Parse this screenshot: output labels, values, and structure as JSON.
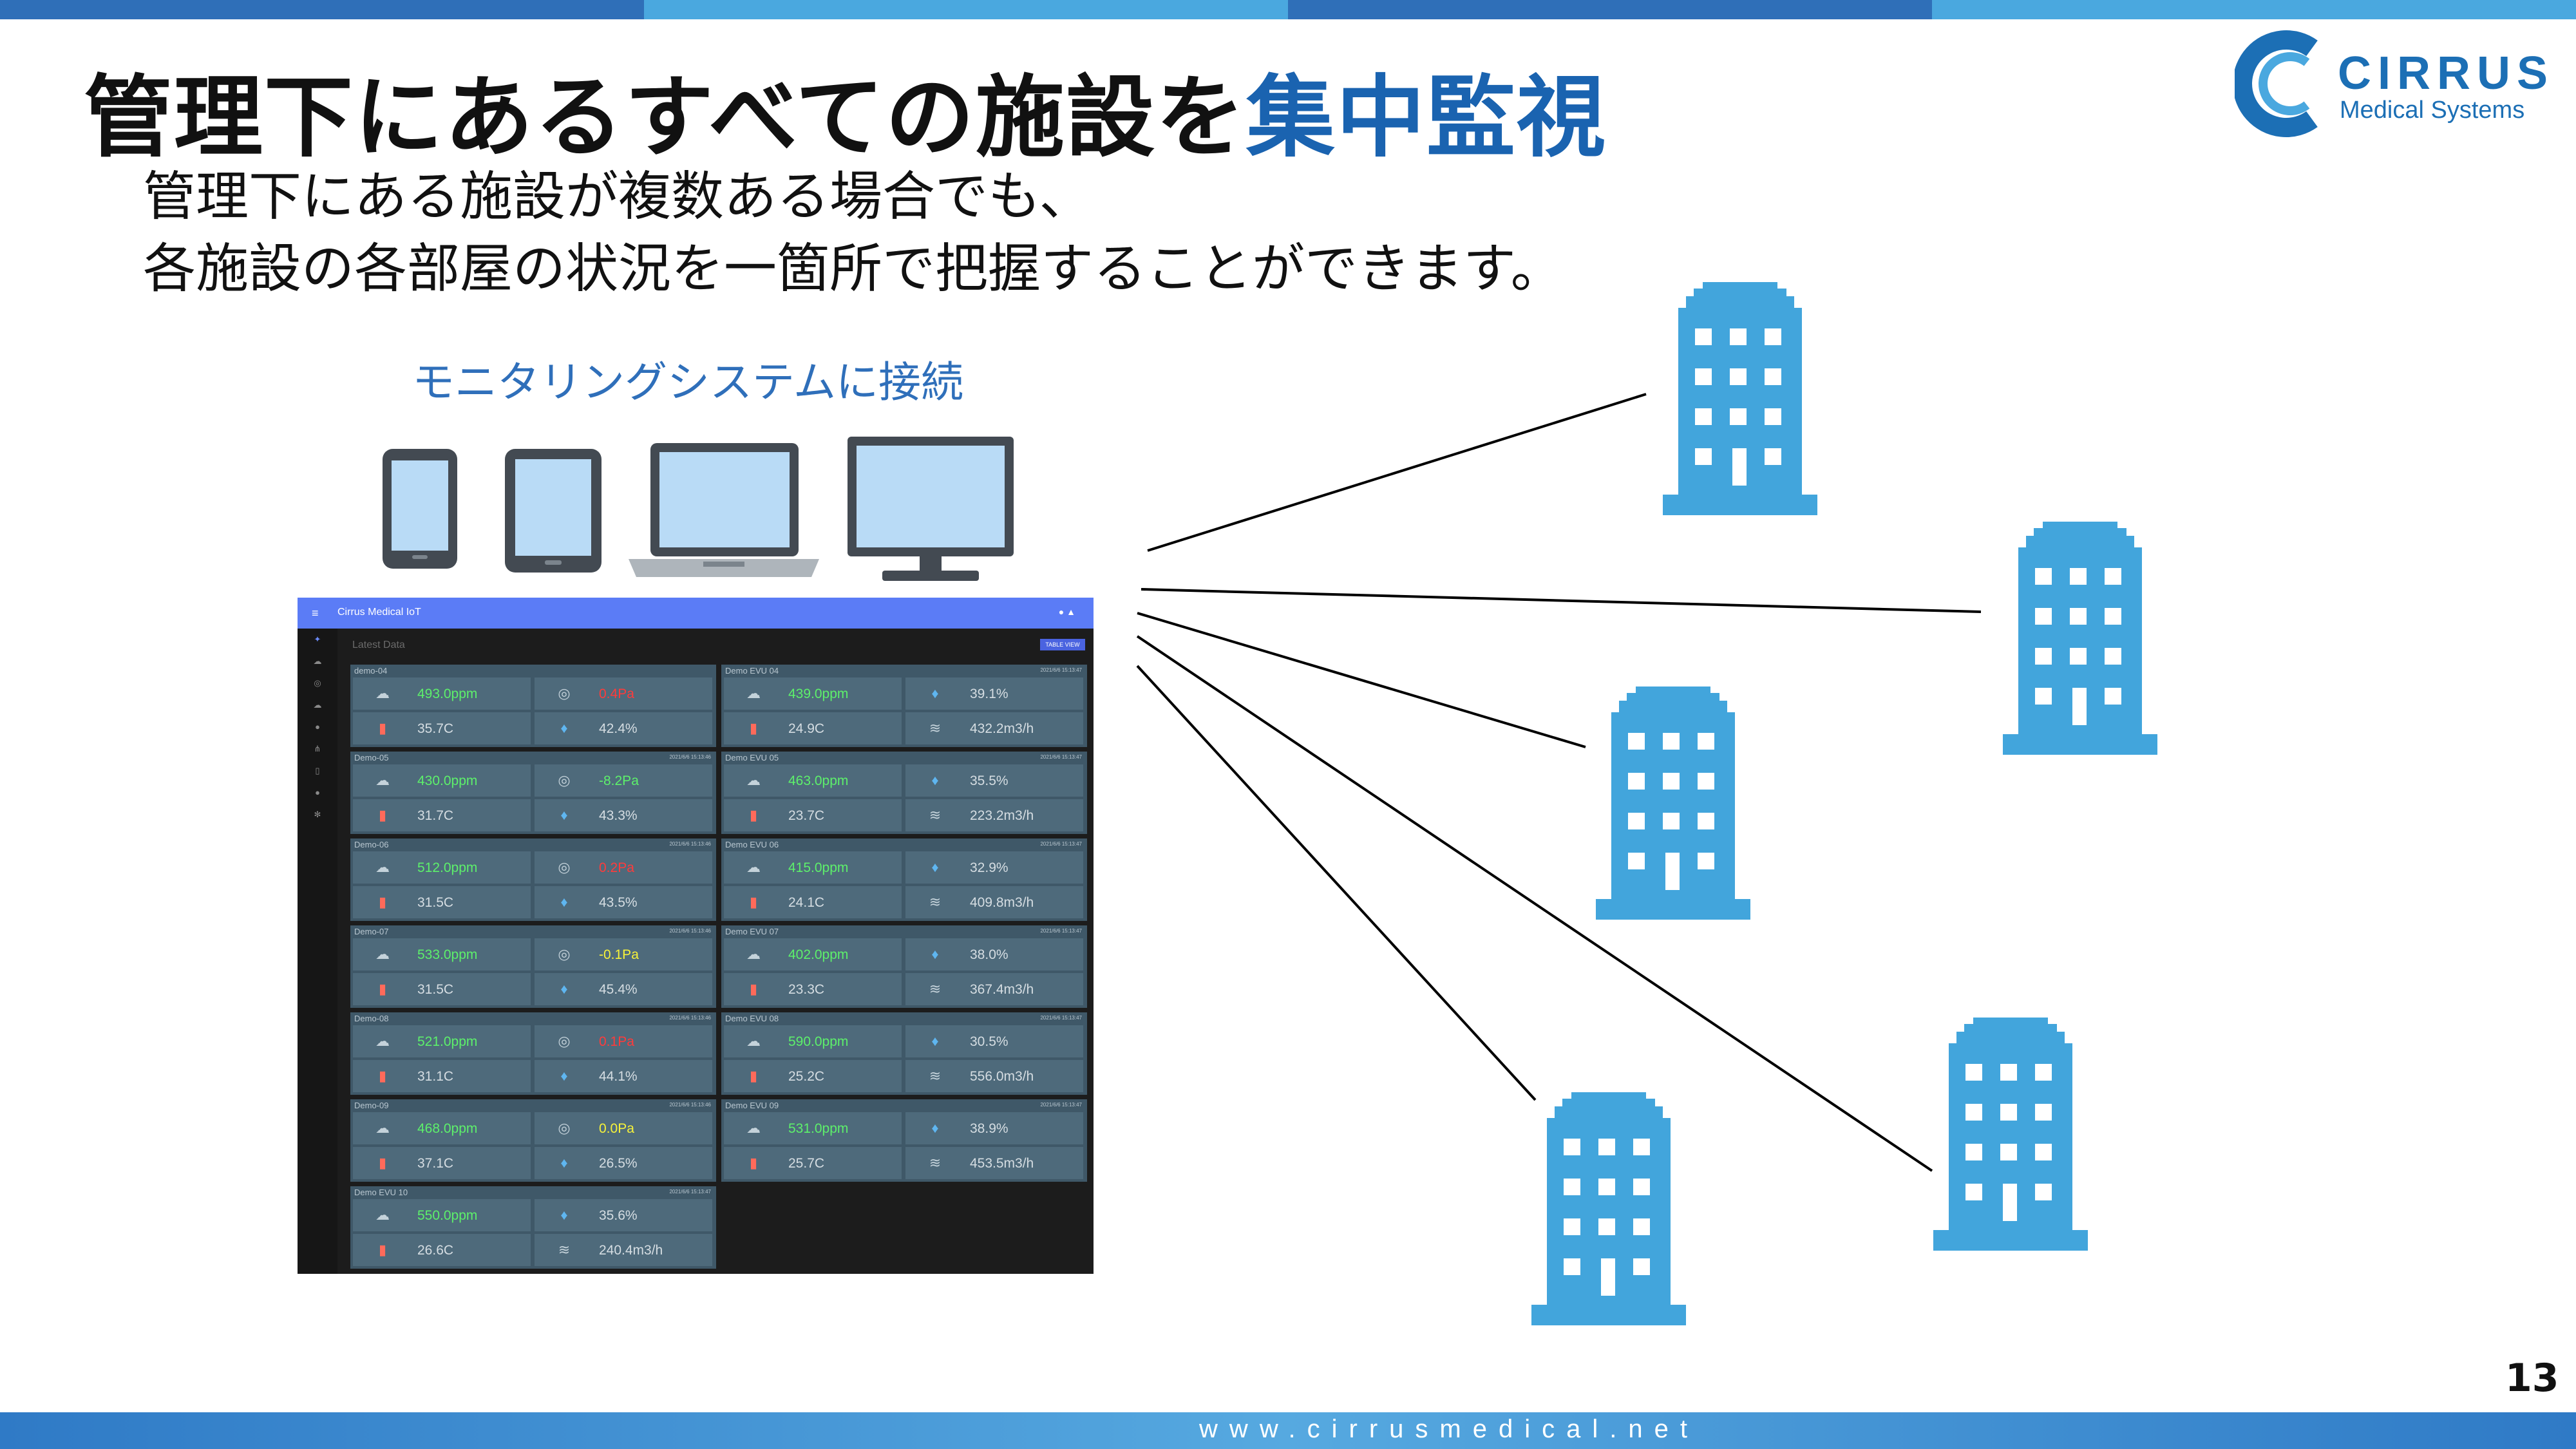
{
  "colors": {
    "top_bar": [
      "#2f6fb8",
      "#4aa8df",
      "#2f6fb8",
      "#4aa8df"
    ],
    "accent": "#1a63b0",
    "building": "#42a5dc",
    "dashboard_header": "#5b7cf6",
    "card_bg": "#3f5868",
    "cell_bg": "#4e6a7b",
    "value_green": "#5df06b",
    "value_red": "#ff3b3b",
    "value_yellow": "#f6f23a"
  },
  "slide": {
    "title_main": "管理下にあるすべての施設を",
    "title_accent": "集中監視",
    "subtitle_line1": "管理下にある施設が複数ある場合でも、",
    "subtitle_line2": "各施設の各部屋の状況を一箇所で把握することができます。",
    "connect_label": "モニタリングシステムに接続",
    "page_number": "13",
    "footer_url": "www.cirrusmedical.net"
  },
  "logo": {
    "name": "CIRRUS",
    "sub": "Medical Systems"
  },
  "dashboard": {
    "title": "Cirrus Medical IoT",
    "menu_icon": "hamburger-icon",
    "user_icon": "user-icon",
    "section_label": "Latest Data",
    "table_view_button": "TABLE VIEW",
    "left_cards": [
      {
        "name": "demo-04",
        "time": "",
        "v1": "493.0ppm",
        "c1": "green",
        "v2": "0.4Pa",
        "c2": "red",
        "v3": "35.7C",
        "v4": "42.4%",
        "i2": "gauge",
        "i4": "drop"
      },
      {
        "name": "Demo-05",
        "time": "2021/6/6 15:13:46",
        "v1": "430.0ppm",
        "c1": "green",
        "v2": "-8.2Pa",
        "c2": "green",
        "v3": "31.7C",
        "v4": "43.3%",
        "i2": "gauge",
        "i4": "drop"
      },
      {
        "name": "Demo-06",
        "time": "2021/6/6 15:13:46",
        "v1": "512.0ppm",
        "c1": "green",
        "v2": "0.2Pa",
        "c2": "red",
        "v3": "31.5C",
        "v4": "43.5%",
        "i2": "gauge",
        "i4": "drop"
      },
      {
        "name": "Demo-07",
        "time": "2021/6/6 15:13:46",
        "v1": "533.0ppm",
        "c1": "green",
        "v2": "-0.1Pa",
        "c2": "yellow",
        "v3": "31.5C",
        "v4": "45.4%",
        "i2": "gauge",
        "i4": "drop"
      },
      {
        "name": "Demo-08",
        "time": "2021/6/6 15:13:46",
        "v1": "521.0ppm",
        "c1": "green",
        "v2": "0.1Pa",
        "c2": "red",
        "v3": "31.1C",
        "v4": "44.1%",
        "i2": "gauge",
        "i4": "drop"
      },
      {
        "name": "Demo-09",
        "time": "2021/6/6 15:13:46",
        "v1": "468.0ppm",
        "c1": "green",
        "v2": "0.0Pa",
        "c2": "yellow",
        "v3": "37.1C",
        "v4": "26.5%",
        "i2": "gauge",
        "i4": "drop"
      },
      {
        "name": "Demo EVU 10",
        "time": "2021/6/6 15:13:47",
        "v1": "550.0ppm",
        "c1": "green",
        "v2": "35.6%",
        "c2": "plain",
        "v3": "26.6C",
        "v4": "240.4m3/h",
        "i2": "drop",
        "i4": "wind"
      }
    ],
    "right_cards": [
      {
        "name": "Demo EVU 04",
        "time": "2021/6/6 15:13:47",
        "v1": "439.0ppm",
        "c1": "green",
        "v2": "39.1%",
        "c2": "plain",
        "v3": "24.9C",
        "v4": "432.2m3/h",
        "i2": "drop",
        "i4": "wind"
      },
      {
        "name": "Demo EVU 05",
        "time": "2021/6/6 15:13:47",
        "v1": "463.0ppm",
        "c1": "green",
        "v2": "35.5%",
        "c2": "plain",
        "v3": "23.7C",
        "v4": "223.2m3/h",
        "i2": "drop",
        "i4": "wind"
      },
      {
        "name": "Demo EVU 06",
        "time": "2021/6/6 15:13:47",
        "v1": "415.0ppm",
        "c1": "green",
        "v2": "32.9%",
        "c2": "plain",
        "v3": "24.1C",
        "v4": "409.8m3/h",
        "i2": "drop",
        "i4": "wind"
      },
      {
        "name": "Demo EVU 07",
        "time": "2021/6/6 15:13:47",
        "v1": "402.0ppm",
        "c1": "green",
        "v2": "38.0%",
        "c2": "plain",
        "v3": "23.3C",
        "v4": "367.4m3/h",
        "i2": "drop",
        "i4": "wind"
      },
      {
        "name": "Demo EVU 08",
        "time": "2021/6/6 15:13:47",
        "v1": "590.0ppm",
        "c1": "green",
        "v2": "30.5%",
        "c2": "plain",
        "v3": "25.2C",
        "v4": "556.0m3/h",
        "i2": "drop",
        "i4": "wind"
      },
      {
        "name": "Demo EVU 09",
        "time": "2021/6/6 15:13:47",
        "v1": "531.0ppm",
        "c1": "green",
        "v2": "38.9%",
        "c2": "plain",
        "v3": "25.7C",
        "v4": "453.5m3/h",
        "i2": "drop",
        "i4": "wind"
      }
    ]
  }
}
